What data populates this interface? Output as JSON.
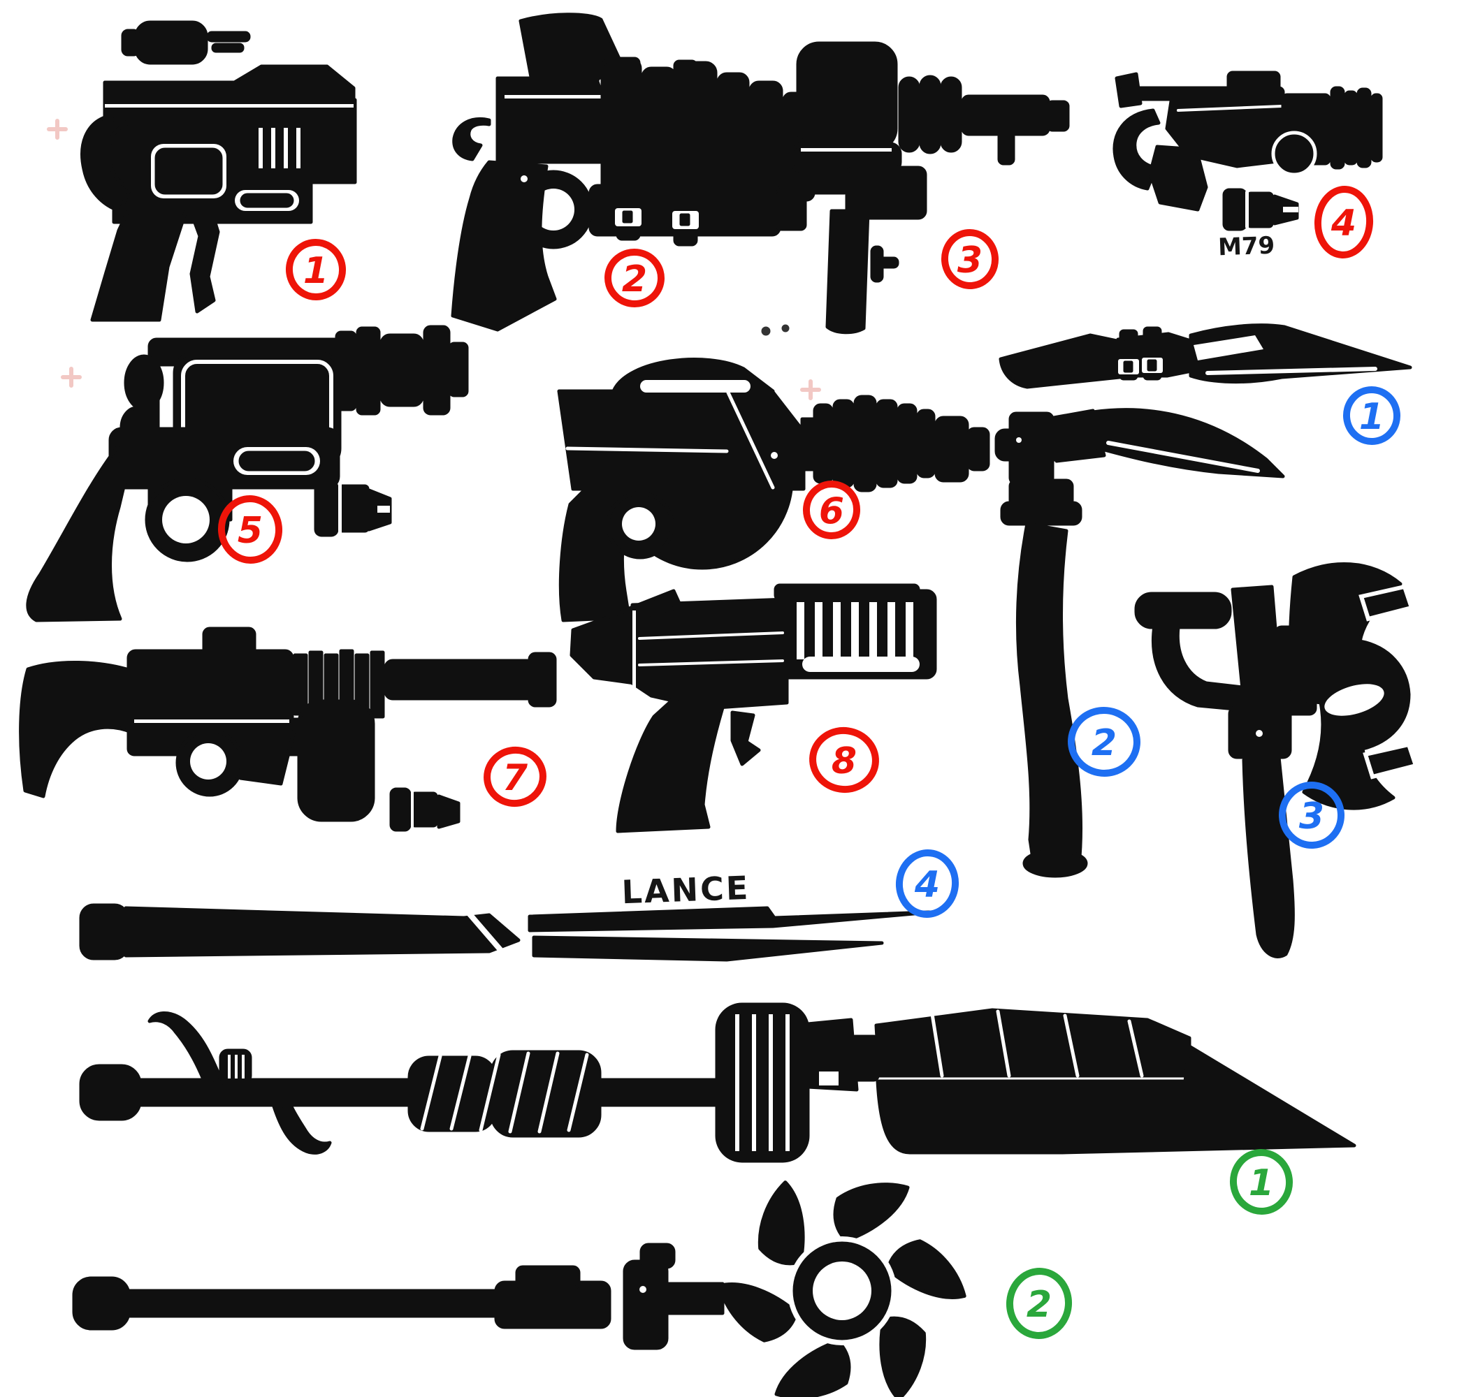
{
  "artboard": {
    "background": "#ffffff",
    "ink_color": "#101010",
    "annotation_colors": {
      "red": "#ee1409",
      "blue": "#1e6ff2",
      "green": "#2aa73b"
    }
  },
  "labels": {
    "m79": "M79",
    "lance": "LANCE"
  },
  "annotations": {
    "red": [
      "1",
      "2",
      "3",
      "4",
      "5",
      "6",
      "7",
      "8"
    ],
    "blue": [
      "1",
      "2",
      "3",
      "4"
    ],
    "green": [
      "1",
      "2"
    ]
  },
  "figures": [
    {
      "id": "scoped-heavy-pistol",
      "group": "red",
      "number": "1"
    },
    {
      "id": "finned-lens-stack-pistol",
      "group": "red",
      "number": "2"
    },
    {
      "id": "boxy-vertical-grip-gun",
      "group": "red",
      "number": "3"
    },
    {
      "id": "hook-guard-revolver",
      "group": "red",
      "number": "4",
      "extra": "m79-grenade-shell"
    },
    {
      "id": "slab-panel-revolver",
      "group": "red",
      "number": "5",
      "extra": "cartridge"
    },
    {
      "id": "drum-magazine-pistol",
      "group": "red",
      "number": "6"
    },
    {
      "id": "stocked-grenade-launcher",
      "group": "red",
      "number": "7",
      "extra": "grenade-shell"
    },
    {
      "id": "vented-magazine-pistol",
      "group": "red",
      "number": "8"
    },
    {
      "id": "strapped-dagger",
      "group": "blue",
      "number": "1"
    },
    {
      "id": "hammer-pick-blade",
      "group": "blue",
      "number": "2"
    },
    {
      "id": "caged-war-axe",
      "group": "blue",
      "number": "3"
    },
    {
      "id": "lance",
      "group": "blue",
      "number": "4"
    },
    {
      "id": "heavy-glaive-polearm",
      "group": "green",
      "number": "1"
    },
    {
      "id": "spinner-blade-staff",
      "group": "green",
      "number": "2"
    }
  ]
}
